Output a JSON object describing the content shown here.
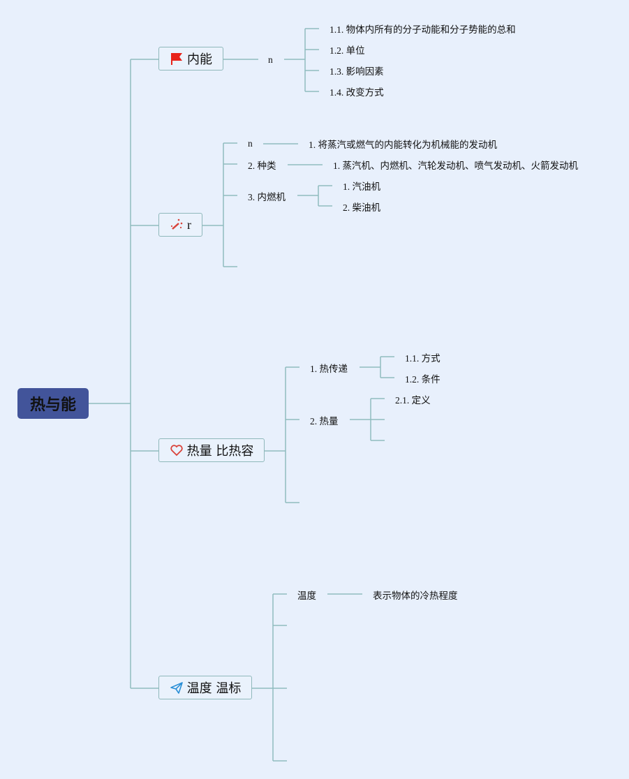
{
  "root": {
    "label": "热与能"
  },
  "branches": [
    {
      "label": "内能",
      "icon": "flag-icon",
      "children": [
        {
          "label": "n",
          "children": [
            "1.1. 物体内所有的分子动能和分子势能的总和",
            "1.2. 单位",
            "1.3. 影响因素",
            "1.4. 改变方式"
          ]
        }
      ]
    },
    {
      "label": "r",
      "icon": "magic-wand-icon",
      "children": [
        {
          "label": "n",
          "children": [
            "1. 将蒸汽或燃气的内能转化为机械能的发动机"
          ]
        },
        {
          "label": "2. 种类",
          "children": [
            "1. 蒸汽机、内燃机、汽轮发动机、喷气发动机、火箭发动机"
          ]
        },
        {
          "label": "3. 内燃机",
          "children": [
            "1. 汽油机",
            "2. 柴油机"
          ]
        }
      ]
    },
    {
      "label": "热量 比热容",
      "icon": "heart-icon",
      "children": [
        {
          "label": "1. 热传递",
          "children": [
            "1.1. 方式",
            "1.2. 条件"
          ]
        },
        {
          "label": "2. 热量",
          "children": [
            "2.1. 定义"
          ]
        }
      ]
    },
    {
      "label": "温度 温标",
      "icon": "paper-plane-icon",
      "children": [
        {
          "label": "温度",
          "children": [
            "表示物体的冷热程度"
          ]
        }
      ]
    }
  ],
  "colors": {
    "background": "#e8f0fc",
    "root": "#42549a",
    "line": "#8fbcbf",
    "flag": "#e8231a",
    "heart": "#d9433a",
    "plane": "#2a8fd6"
  }
}
